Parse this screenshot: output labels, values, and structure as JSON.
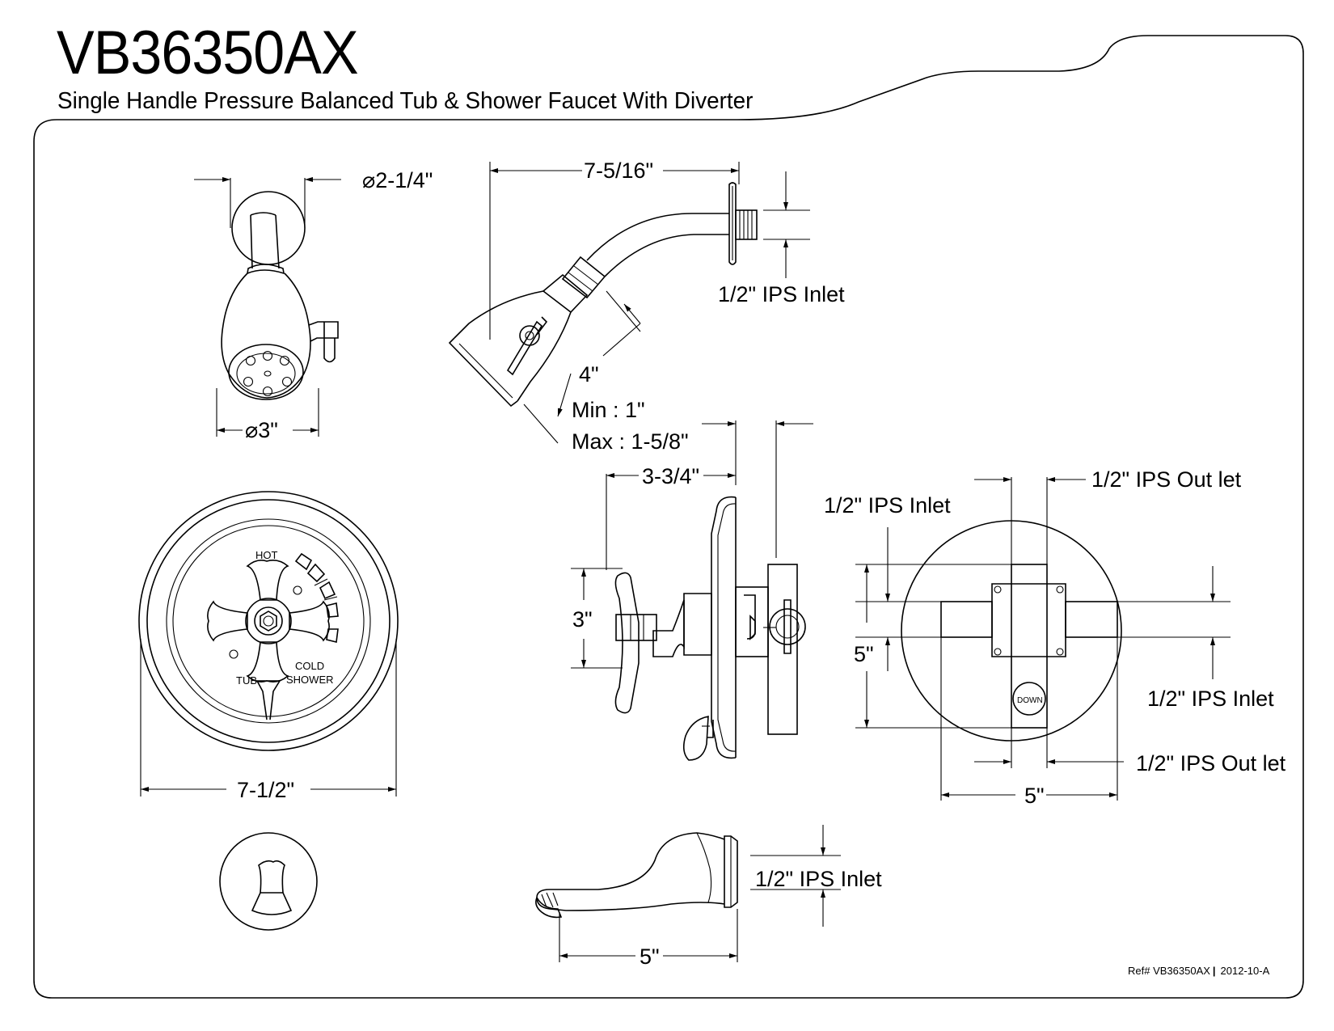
{
  "header": {
    "model": "VB36350AX",
    "description": "Single Handle Pressure Balanced Tub & Shower Faucet With Diverter"
  },
  "dimensions": {
    "showerhead_flange": "2-1/4\"",
    "showerhead_face": "3\"",
    "shower_arm_length": "7-5/16\"",
    "arm_inlet": "1/2\" IPS Inlet",
    "head_depth": "4\"",
    "wall_min": "Min  : 1\"",
    "wall_max": "Max : 1-5/8\"",
    "valve_projection": "3-3/4\"",
    "handle_height": "3\"",
    "trim_diameter": "7-1/2\"",
    "valve_top_outlet": "1/2\" IPS Out let",
    "valve_left_inlet": "1/2\" IPS Inlet",
    "valve_height": "5\"",
    "valve_right_inlet": "1/2\" IPS Inlet",
    "valve_bottom_outlet": "1/2\" IPS Out let",
    "valve_width": "5\"",
    "spout_inlet": "1/2\" IPS Inlet",
    "spout_length": "5\""
  },
  "trim_labels": {
    "hot": "HOT",
    "cold": "COLD",
    "tub": "TUB",
    "shower": "SHOWER",
    "down": "DOWN"
  },
  "diameter_symbol": "⌀",
  "footer": {
    "ref": "Ref# VB36350AX",
    "separator": "|",
    "revision": "2012-10-A"
  }
}
